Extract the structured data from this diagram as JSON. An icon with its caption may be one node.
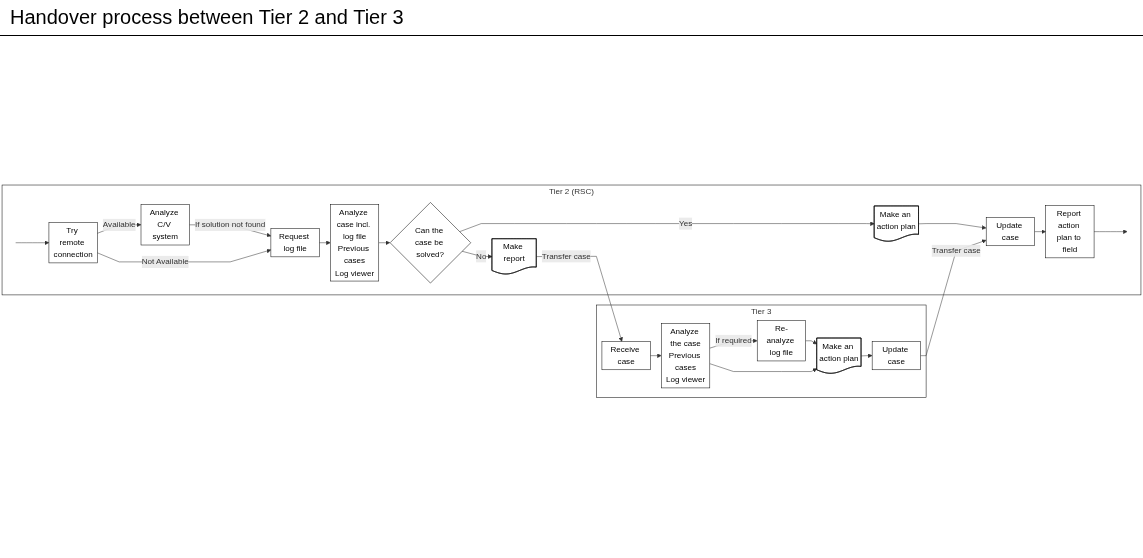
{
  "diagram": {
    "title": "Handover process between Tier 2 and Tier 3",
    "nodes": [
      {
        "text": [
          "Tier 2 (RSC)"
        ]
      },
      {
        "text": [
          "Try remote connection"
        ],
        "in": 0
      },
      {
        "text": [
          "Analyze C/V system"
        ],
        "in": 0
      },
      {
        "text": [
          "Request log file"
        ],
        "in": 0
      },
      {
        "text": [
          "Analyze case incl. log file",
          "Previous cases",
          "Log viewer"
        ],
        "in": 0
      },
      {
        "text": [
          "Can the case be solved?"
        ],
        "in": 0
      },
      {
        "text": [
          "Make an action plan"
        ],
        "in": 0
      },
      {
        "text": [
          "Update case"
        ],
        "in": 0
      },
      {
        "text": [
          "Report action plan to field"
        ],
        "in": 0
      },
      {
        "text": [
          "Make report"
        ],
        "in": 0
      },
      {
        "text": [
          "Tier 3"
        ]
      },
      {
        "text": [
          "Receive case"
        ],
        "in": 10
      },
      {
        "text": [
          "Analyze the case",
          "Previous cases",
          "Log viewer"
        ],
        "in": 10
      },
      {
        "text": [
          "Re-analyze log file"
        ],
        "in": 10
      },
      {
        "text": [
          "Make an action plan"
        ],
        "in": 10
      },
      {
        "text": [
          "Update case"
        ],
        "in": 10
      }
    ],
    "edges": [
      {
        "from": null,
        "to": 1,
        "arrow": "to"
      },
      {
        "from": 1,
        "to": 2,
        "arrow": "to",
        "label": "Available"
      },
      {
        "from": 2,
        "to": 3,
        "arrow": "to",
        "label": "If solution not found"
      },
      {
        "from": 1,
        "to": 3,
        "arrow": "to",
        "label": "Not Available"
      },
      {
        "from": 3,
        "to": 4,
        "arrow": "to"
      },
      {
        "from": 4,
        "to": 5,
        "arrow": "to"
      },
      {
        "from": 5,
        "to": 6,
        "arrow": "to",
        "label": "Yes"
      },
      {
        "from": 6,
        "to": 7,
        "arrow": "to"
      },
      {
        "from": 7,
        "to": 8,
        "arrow": "to"
      },
      {
        "from": 8,
        "to": null,
        "arrow": "to"
      },
      {
        "from": 5,
        "to": 9,
        "arrow": "to",
        "label": "No"
      },
      {
        "from": 9,
        "to": 11,
        "arrow": "to",
        "label": "Transfer case"
      },
      {
        "from": 11,
        "to": 12,
        "arrow": "to"
      },
      {
        "from": 12,
        "to": 13,
        "arrow": "to",
        "label": "If required"
      },
      {
        "from": 13,
        "to": 14,
        "arrow": "to"
      },
      {
        "from": 12,
        "to": 14,
        "arrow": "to"
      },
      {
        "from": 14,
        "to": 15,
        "arrow": "to"
      },
      {
        "from": 15,
        "to": 7,
        "arrow": "to",
        "label": "Transfer case"
      }
    ]
  }
}
